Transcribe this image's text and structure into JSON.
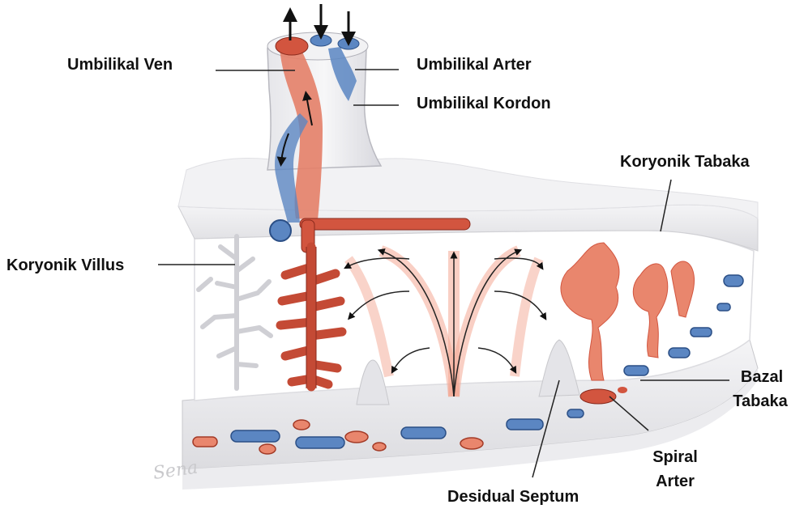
{
  "labels": {
    "umbilical_vein": "Umbilikal Ven",
    "umbilical_artery": "Umbilikal Arter",
    "umbilical_cord": "Umbilikal Kordon",
    "chorionic_plate": "Koryonik Tabaka",
    "chorionic_villus": "Koryonik Villus",
    "basal_plate_line1": "Bazal",
    "basal_plate_line2": "Tabaka",
    "spiral_artery_line1": "Spiral",
    "spiral_artery_line2": "Arter",
    "decidual_septum": "Desidual Septum"
  },
  "signature": "Sena",
  "colors": {
    "artery_red": "#d2553f",
    "vein_blue": "#5b86c2",
    "tissue_gray": "#e9e9ec",
    "leader_line": "#222222"
  }
}
